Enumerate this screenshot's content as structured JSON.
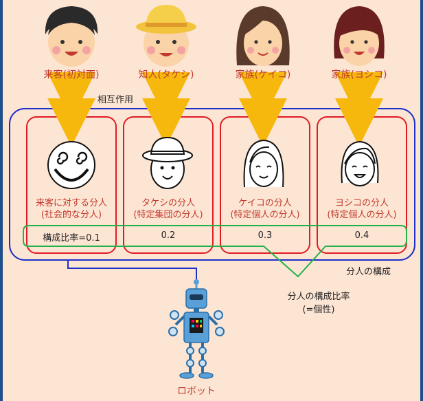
{
  "people": [
    {
      "label": "来客(初対面)"
    },
    {
      "label": "知人(タケシ)"
    },
    {
      "label": "家族(ケイコ)"
    },
    {
      "label": "家族(ヨシコ)"
    }
  ],
  "interaction_label": "相互作用",
  "dividuals": [
    {
      "line1": "来客に対する分人",
      "line2": "(社会的な分人)",
      "ratio": "構成比率=0.1"
    },
    {
      "line1": "タケシの分人",
      "line2": "(特定集団の分人)",
      "ratio": "0.2"
    },
    {
      "line1": "ケイコの分人",
      "line2": "(特定個人の分人)",
      "ratio": "0.3"
    },
    {
      "line1": "ヨシコの分人",
      "line2": "(特定個人の分人)",
      "ratio": "0.4"
    }
  ],
  "composition_label": "分人の構成",
  "ratio_note": {
    "line1": "分人の構成比率",
    "line2": "(=個性)"
  },
  "robot_label": "ロボット",
  "colors": {
    "red": "#e11b22",
    "blue": "#1d2fc9",
    "green": "#21b24a",
    "arrow": "#f6b80c",
    "label": "#c0392b"
  }
}
